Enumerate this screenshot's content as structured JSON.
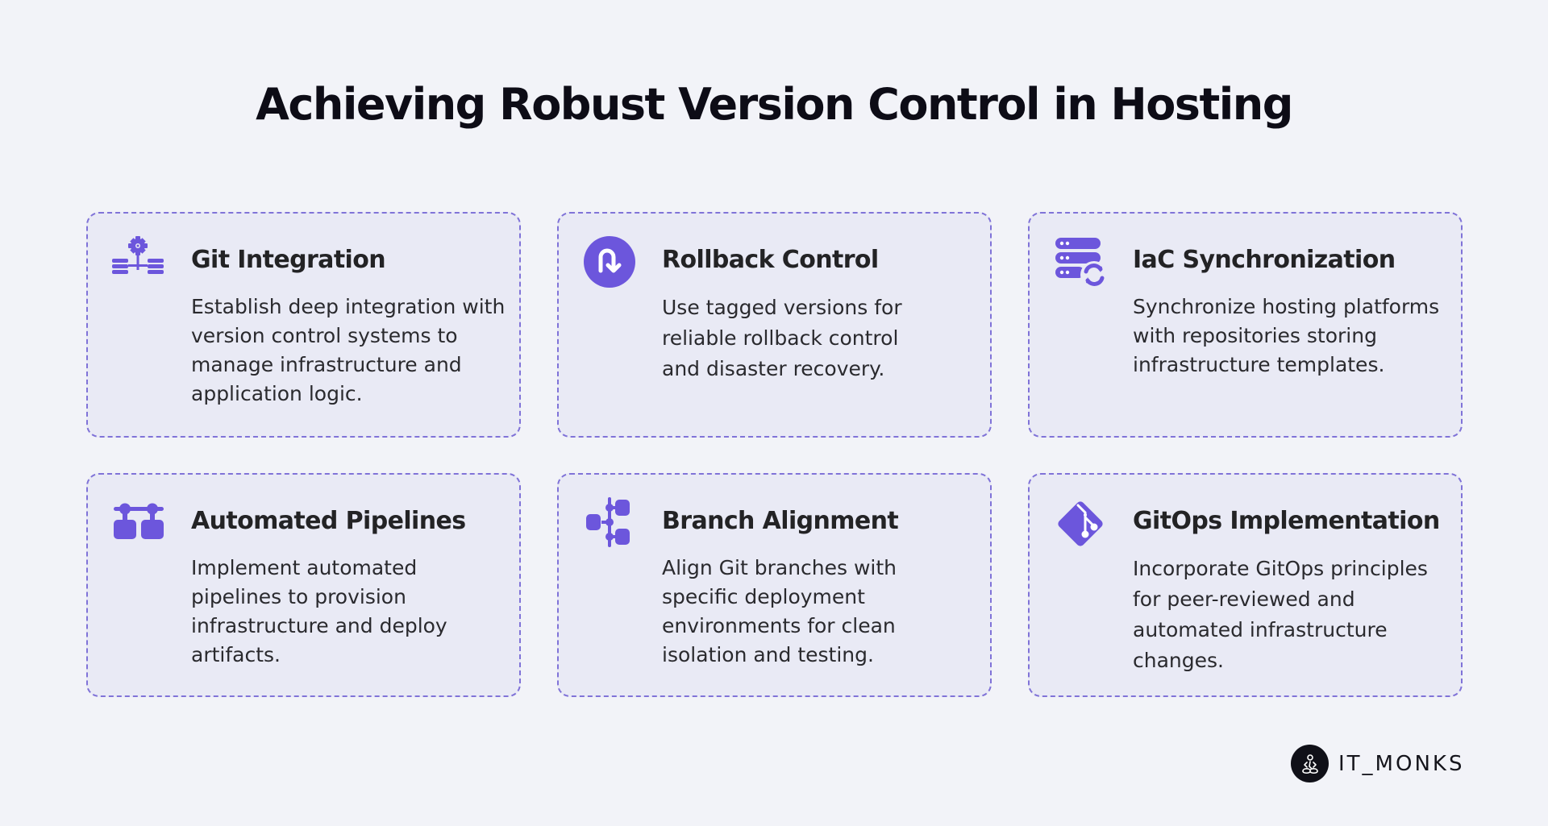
{
  "title": "Achieving Robust Version Control in Hosting",
  "colors": {
    "background": "#f2f3f8",
    "card_background": "#e9eaf5",
    "card_border": "#8073d8",
    "accent": "#6c56dc",
    "text": "#232325"
  },
  "cards": [
    {
      "icon": "gear-network-icon",
      "title": "Git Integration",
      "description": "Establish deep integration with version control systems to manage infrastructure and application logic."
    },
    {
      "icon": "rollback-arrow-icon",
      "title": "Rollback Control",
      "description": "Use tagged versions for reliable rollback control and disaster recovery."
    },
    {
      "icon": "server-sync-icon",
      "title": "IaC Synchronization",
      "description": "Synchronize hosting platforms with repositories storing infrastructure templates."
    },
    {
      "icon": "pipeline-icon",
      "title": "Automated Pipelines",
      "description": "Implement automated pipelines to provision infrastructure and deploy artifacts."
    },
    {
      "icon": "branch-icon",
      "title": "Branch Alignment",
      "description": "Align Git branches with specific deployment environments for clean isolation and testing."
    },
    {
      "icon": "git-logo-icon",
      "title": "GitOps Implementation",
      "description": "Incorporate GitOps principles for peer-reviewed and automated infrastructure changes."
    }
  ],
  "brand": {
    "icon": "monk-logo-icon",
    "name": "IT_MONKS"
  }
}
